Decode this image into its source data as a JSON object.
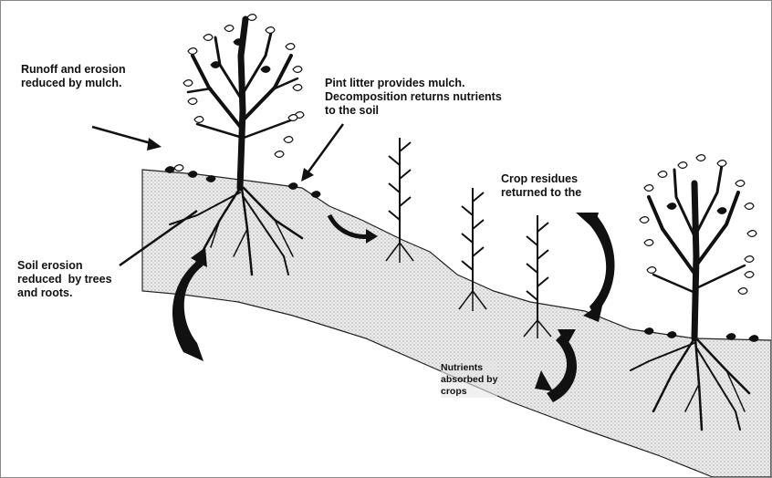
{
  "labels": {
    "runoff": "Runoff and erosion\nreduced by mulch.",
    "litter": "Pint litter provides mulch.\nDecomposition returns nutrients\nto the soil",
    "residues": "Crop residues\nreturned to the",
    "soil_erosion": "Soil erosion\nreduced  by trees\nand roots.",
    "nutrients": "Nutrients\nabsorbed by\ncrops"
  },
  "icons": [
    "tree-left",
    "tree-right",
    "crop-plant",
    "curved-arrow",
    "straight-arrow"
  ],
  "colors": {
    "line": "#111111",
    "soil": "#e9e9e9",
    "dots": "#8a8a8a"
  }
}
